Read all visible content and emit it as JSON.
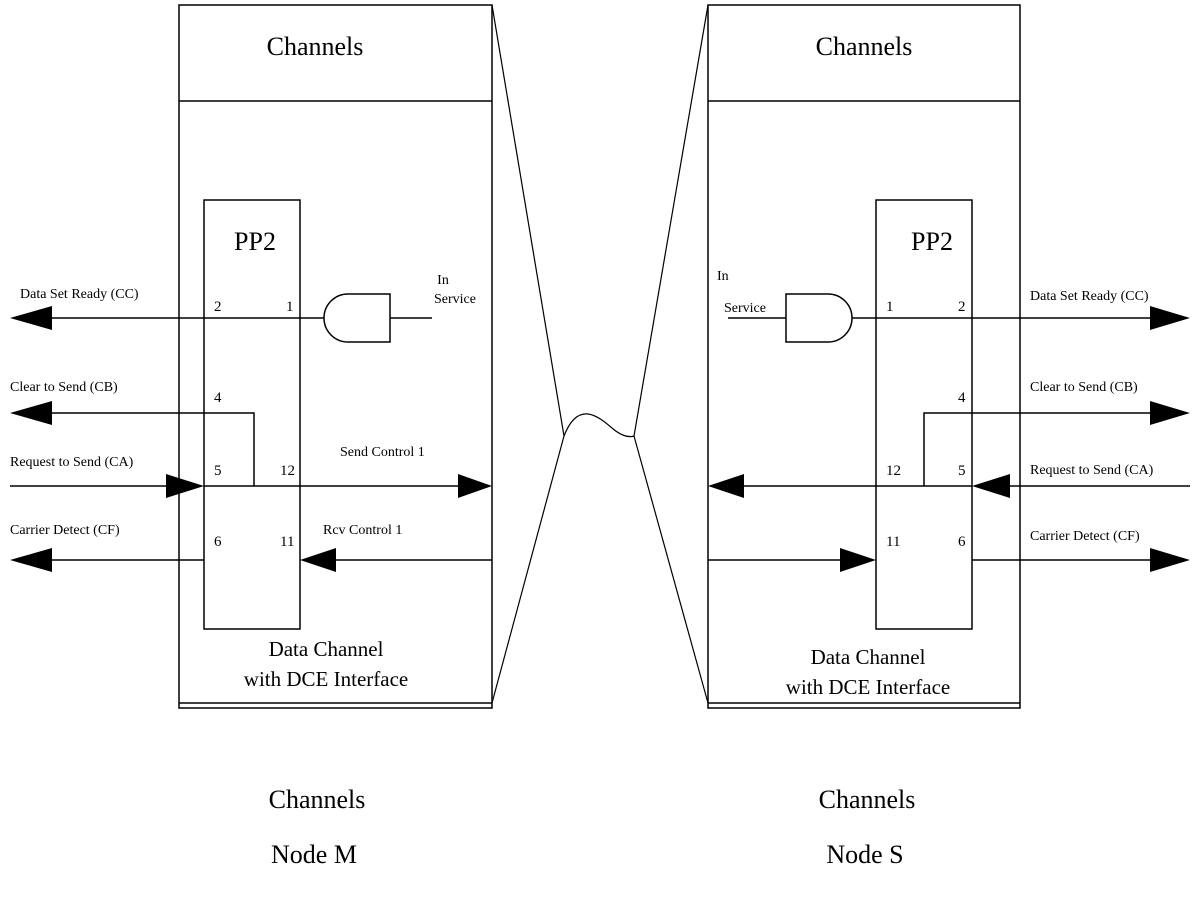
{
  "node_m": {
    "channels_top": "Channels",
    "channels_bottom": "Channels",
    "pp2": "PP2",
    "data_channel_line1": "Data Channel",
    "data_channel_line2": "with DCE Interface",
    "node_label": "Node M",
    "in_line1": "In",
    "in_line2": "Service",
    "signals": {
      "dsr": "Data Set Ready (CC)",
      "cts": "Clear to Send (CB)",
      "rts": "Request to Send (CA)",
      "cd": "Carrier Detect (CF)",
      "send_control": "Send Control 1",
      "rcv_control": "Rcv Control 1"
    },
    "pins": {
      "p1": "1",
      "p2": "2",
      "p4": "4",
      "p5": "5",
      "p6": "6",
      "p11": "11",
      "p12": "12"
    }
  },
  "node_s": {
    "channels_top": "Channels",
    "channels_bottom": "Channels",
    "pp2": "PP2",
    "data_channel_line1": "Data Channel",
    "data_channel_line2": "with DCE Interface",
    "node_label": "Node S",
    "in_line1": "In",
    "in_line2": "Service",
    "signals": {
      "dsr": "Data Set Ready (CC)",
      "cts": "Clear to Send (CB)",
      "rts": "Request to Send (CA)",
      "cd": "Carrier Detect (CF)"
    },
    "pins": {
      "p1": "1",
      "p2": "2",
      "p4": "4",
      "p5": "5",
      "p6": "6",
      "p11": "11",
      "p12": "12"
    }
  }
}
